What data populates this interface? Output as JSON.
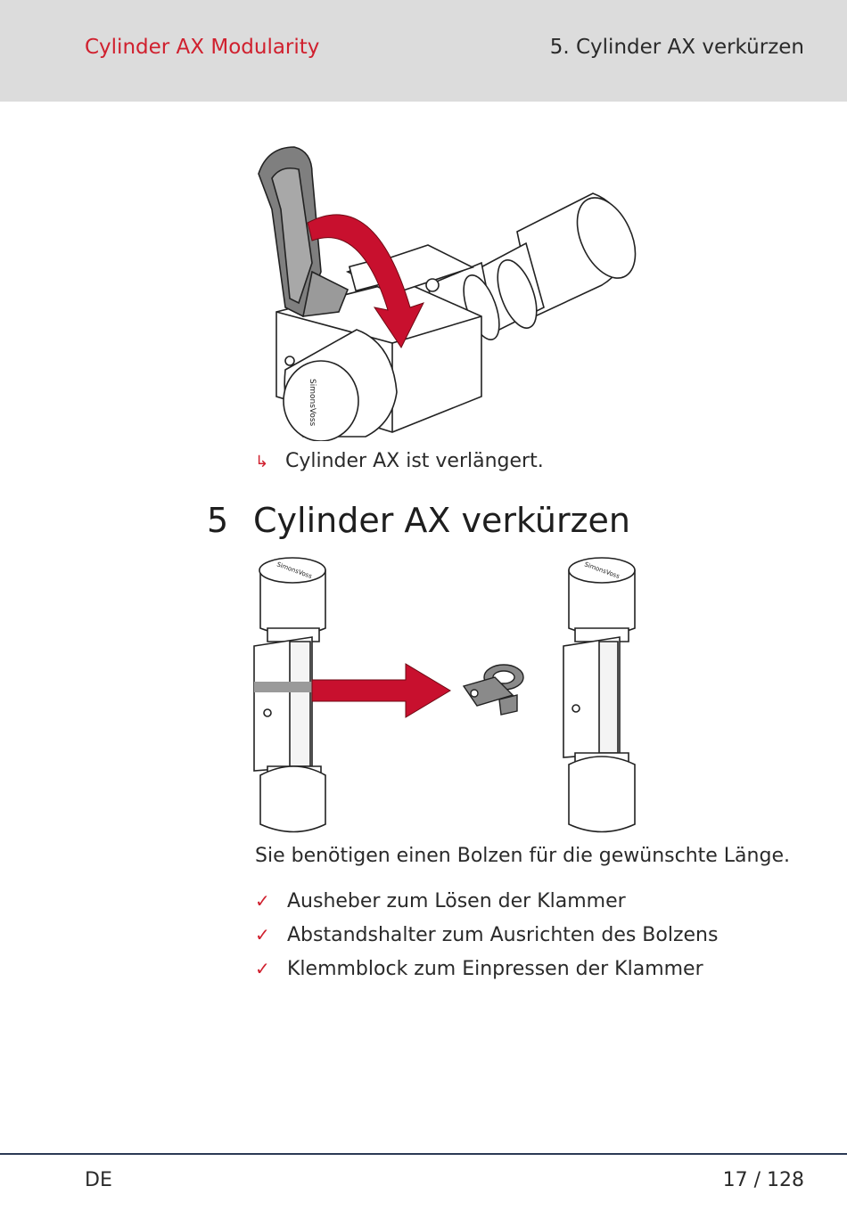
{
  "header": {
    "doc_title": "Cylinder AX Modularity",
    "section_title": "5. Cylinder AX verkürzen"
  },
  "figure1": {
    "brand_text": "SimonsVoss",
    "colors": {
      "arrow": "#c8102e",
      "body": "#ffffff",
      "lever": "#8a8a8a"
    }
  },
  "result": {
    "icon": "result-arrow-icon",
    "symbol": "↳",
    "text": "Cylinder AX ist verlängert."
  },
  "section": {
    "number": "5",
    "title": "Cylinder AX verkürzen"
  },
  "figure2": {
    "brand_text": "SimonsVoss",
    "colors": {
      "arrow": "#c8102e",
      "clip": "#8a8a8a"
    }
  },
  "intro": "Sie benötigen einen Bolzen für die gewünschte Länge.",
  "requirements": {
    "check_symbol": "✓",
    "items": [
      "Ausheber zum Lösen der Klammer",
      "Abstandshalter zum Ausrichten des Bolzens",
      "Klemmblock zum Einpressen der Klammer"
    ]
  },
  "footer": {
    "language": "DE",
    "page": "17 / 128"
  },
  "colors": {
    "accent": "#d0202e",
    "header_bg": "#dcdcdc",
    "footer_line": "#2b3a55"
  }
}
